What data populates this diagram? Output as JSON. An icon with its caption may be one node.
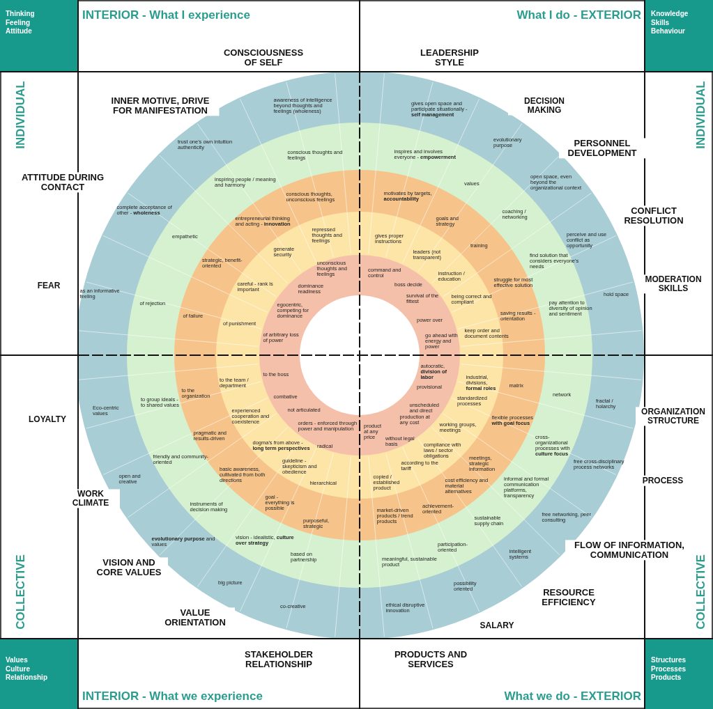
{
  "diagram": {
    "nodes": [
      {
        "text": [
          "Thinking Feeling Attitude"
        ]
      },
      {
        "text": [
          "Knowledge Skills Behaviour"
        ]
      },
      {
        "text": [
          "Values Culture Relationship"
        ]
      },
      {
        "text": [
          "Structures Processes Products"
        ]
      }
    ],
    "labels": [
      "INTERIOR - What I experience",
      "What I do - EXTERIOR",
      "CONSCIOUSNESS OF SELF",
      "LEADERSHIP STYLE",
      "INDIVIDUAL",
      "INDIVIDUAL",
      "INNER MOTIVE, DRIVE FOR MANIFESTATION",
      "awareness of intelligence beyond thoughts and feelings (wholeness)",
      "gives open space and participate situationally - **self management**",
      "DECISION MAKING",
      "trust one's own intuition authenticity",
      "evolutionary purpose",
      "PERSONNEL DEVELOPMENT",
      "conscious thoughts and feelings",
      "inspires and involves everyone - **empowerment**",
      "ATTITUDE DURING CONTACT",
      "inspiring people / meaning and harmony",
      "values",
      "open space, even beyond the organizational context",
      "conscious thoughts, unconscious feelings",
      "motivates by targets, **accountability**",
      "complete acceptance of other - **wholeness**",
      "CONFLICT RESOLUTION",
      "coaching / networking",
      "entrepreneurial thinking and acting - **innovation**",
      "goals and strategy",
      "empathetic",
      "repressed thoughts and feelings",
      "gives proper instructions",
      "perceive and use conflict as opportunity",
      "training",
      "generate security",
      "leaders (not transparent)",
      "find solution that considers everyone's needs",
      "strategic, benefit-oriented",
      "unconscious thoughts and feelings",
      "command and control",
      "instruction / education",
      "struggle for most effective solution",
      "MODERATION SKILLS",
      "FEAR",
      "boss decide",
      "careful - rank is important",
      "dominance readiness",
      "as an informative feeling",
      "hold space",
      "survival of the fittest",
      "being correct and compliant",
      "of rejection",
      "pay attention to diversity of opinion and sentiment",
      "egocentric, competing for dominance",
      "of failure",
      "saving results - orientation",
      "power over",
      "of punishment",
      "keep order and document contents",
      "of arbitrary loss of power",
      "go ahead with energy and power",
      "autocratic, **division of labor**",
      "to the boss",
      "industrial, divisions, **formal roles**",
      "to the team / department",
      "provisional",
      "matrix",
      "to the organization",
      "network",
      "combative",
      "standardized processes",
      "to group ideals - to shared values",
      "fractal / holarchy",
      "unscheduled and direct",
      "not articulated",
      "Eco-centric values",
      "ORGANIZATION STRUCTURE",
      "LOYALTY",
      "experienced cooperation and coexistence",
      "production at any cost",
      "flexible processes **with goal focus**",
      "orders - enforced through power and manipulation",
      "working groups, meetings",
      "product at any price",
      "pragmatic and results-driven",
      "without legal basis",
      "dogma's from above - **long term perspectives**",
      "radical",
      "cross-organizational processes with **culture focus**",
      "compliance with laws / sector obligations",
      "friendly and community-oriented",
      "meetings, strategic information",
      "free cross-disciplinary process networks",
      "according to the tariff",
      "guideline - skepticism and obedience",
      "basic awareness, cultivated from both directions",
      "open and creative",
      "PROCESS",
      "copied / established product",
      "hierarchical",
      "cost efficiency and material alternatives",
      "informal and formal communication platforms, transparency",
      "WORK CLIMATE",
      "goal - everything is possible",
      "instruments of decision making",
      "achievement-oriented",
      "market-driven products / trend products",
      "free networking, peer consulting",
      "sustainable supply chain",
      "purposeful, strategic",
      "vision - idealistic, **culture over strategy**",
      "**evolutionary purpose** and values",
      "participation-oriented",
      "FLOW OF INFORMATION, COMMUNICATION",
      "intelligent systems",
      "based on partnership",
      "meaningful, sustainable product",
      "VISION AND CORE VALUES",
      "big picture",
      "possibility oriented",
      "COLLECTIVE",
      "COLLECTIVE",
      "RESOURCE EFFICIENCY",
      "co-creative",
      "ethical disruptive innovation",
      "VALUE ORIENTATION",
      "SALARY",
      "STAKEHOLDER RELATIONSHIP",
      "PRODUCTS AND SERVICES",
      "INTERIOR - What we experience",
      "What we do - EXTERIOR"
    ]
  }
}
